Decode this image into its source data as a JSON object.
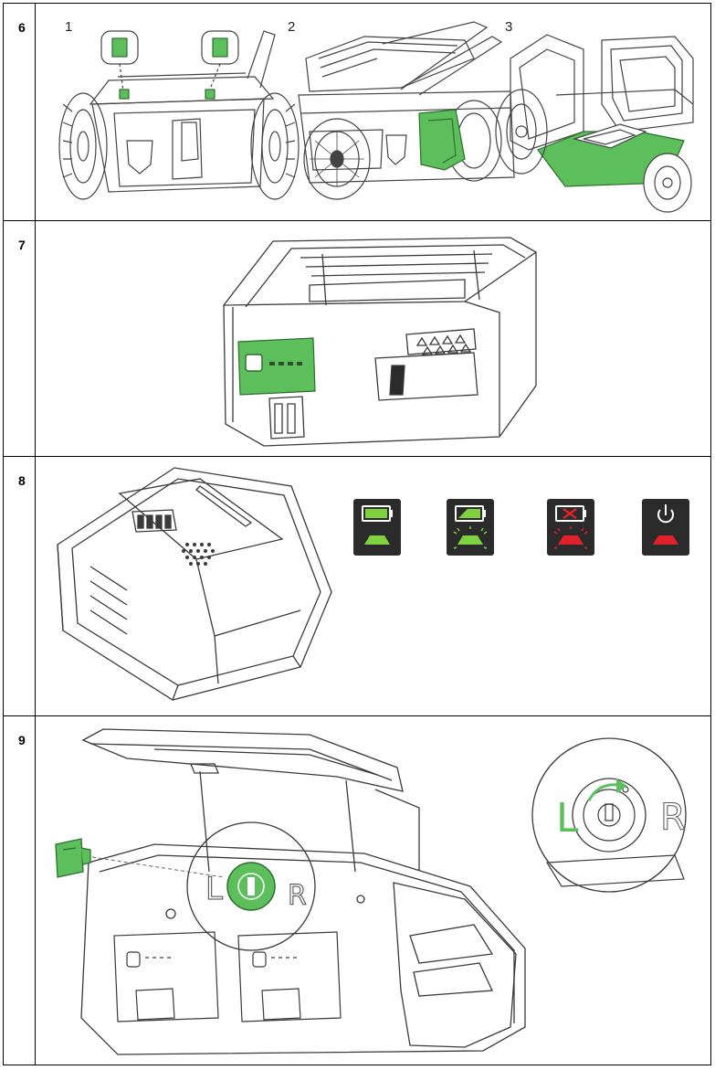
{
  "rows": [
    {
      "number": "6",
      "steps": [
        "1",
        "2",
        "3"
      ]
    },
    {
      "number": "7"
    },
    {
      "number": "8"
    },
    {
      "number": "9",
      "letters": [
        "L",
        "R"
      ]
    }
  ],
  "colors": {
    "accent_green": "#5cbf5c",
    "led_green": "#7fd13f",
    "led_red": "#e0202a",
    "panel_dark": "#2b2b2b",
    "line": "#3a3a3a"
  }
}
